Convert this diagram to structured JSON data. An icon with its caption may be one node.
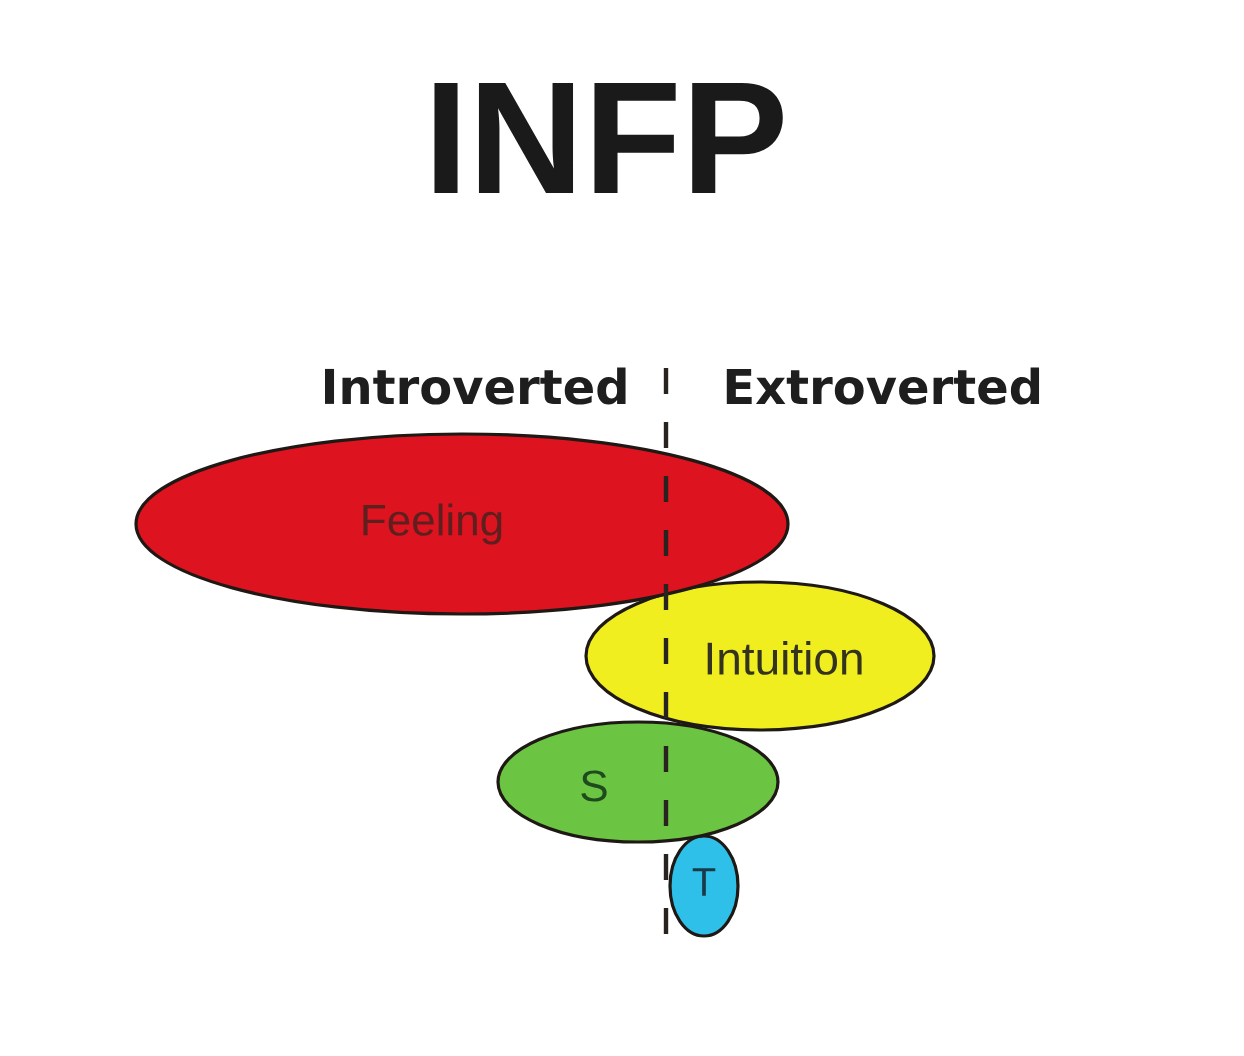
{
  "diagram": {
    "title": "INFP",
    "nodes": [
      {
        "text": [
          "Feeling"
        ]
      },
      {
        "text": [
          "Intuition"
        ]
      },
      {
        "text": [
          "S"
        ]
      },
      {
        "text": [
          "T"
        ]
      }
    ],
    "labels": [
      "Introverted",
      "Extroverted"
    ]
  }
}
